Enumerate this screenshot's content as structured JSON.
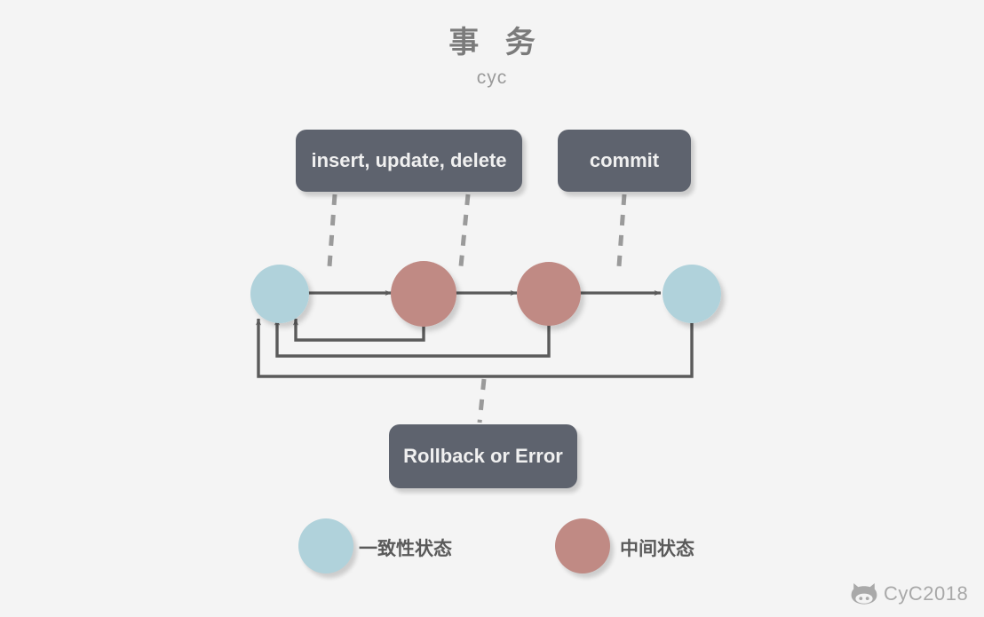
{
  "header": {
    "title": "事 务",
    "subtitle": "cyc"
  },
  "boxes": [
    {
      "id": "insert",
      "label": "insert, update, delete"
    },
    {
      "id": "commit",
      "label": "commit"
    },
    {
      "id": "rollback",
      "label": "Rollback or Error"
    }
  ],
  "states": [
    {
      "index": 0,
      "kind": "consistent",
      "color": "#b0d2db"
    },
    {
      "index": 1,
      "kind": "intermediate",
      "color": "#c08a84"
    },
    {
      "index": 2,
      "kind": "intermediate",
      "color": "#c08a84"
    },
    {
      "index": 3,
      "kind": "consistent",
      "color": "#b0d2db"
    }
  ],
  "legend": [
    {
      "label": "一致性状态",
      "color": "#b0d2db"
    },
    {
      "label": "中间状态",
      "color": "#c08a84"
    }
  ],
  "watermark": {
    "text": "CyC2018",
    "icon": "github-cat-icon"
  },
  "colors": {
    "background": "#f4f4f4",
    "box_fill": "#5e636e",
    "box_text": "#f0f0f0",
    "consistent_state": "#b0d2db",
    "intermediate_state": "#c08a84",
    "arrow_stroke": "#5a5a5a",
    "dashed_stroke": "#888888",
    "title_text": "#7b7b7b",
    "subtitle_text": "#9a9a9a",
    "legend_text": "#5a5a5a",
    "watermark_text": "#a9a9a9"
  }
}
